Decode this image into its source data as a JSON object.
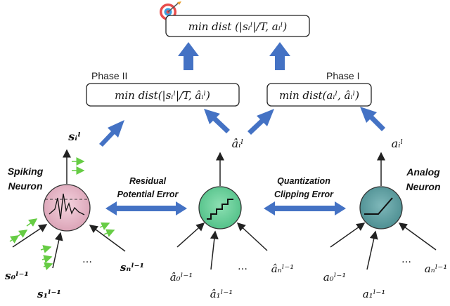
{
  "target_formula": "min dist (|sᵢˡ|/T, aᵢˡ)",
  "phase2": {
    "label": "Phase II",
    "formula": "min dist(|sᵢˡ|/T, âᵢˡ)"
  },
  "phase1": {
    "label": "Phase I",
    "formula": "min dist(aᵢˡ, âᵢˡ)"
  },
  "spiking": {
    "title_line1": "Spiking",
    "title_line2": "Neuron",
    "output": "sᵢˡ"
  },
  "middle": {
    "output": "âᵢˡ"
  },
  "analog": {
    "title_line1": "Analog",
    "title_line2": "Neuron",
    "output": "aᵢˡ"
  },
  "residual": {
    "line1": "Residual",
    "line2": "Potential Error"
  },
  "quant": {
    "line1": "Quantization",
    "line2": "Clipping Error"
  },
  "inputs": {
    "s0": "s₀ˡ⁻¹",
    "s1": "s₁ˡ⁻¹",
    "sn": "sₙˡ⁻¹",
    "ah0": "â₀ˡ⁻¹",
    "ah1": "â₁ˡ⁻¹",
    "ahn": "âₙˡ⁻¹",
    "a0": "a₀ˡ⁻¹",
    "a1": "a₁ˡ⁻¹",
    "an": "aₙˡ⁻¹",
    "dots": "…"
  },
  "icons": {
    "target": "target-icon"
  },
  "colors": {
    "blue_arrow": "#4472c4",
    "pink_neuron": "#e8b8c8",
    "green_neuron": "#66cc99",
    "teal_neuron": "#5b9ea0",
    "green_spike": "#66cc44"
  }
}
